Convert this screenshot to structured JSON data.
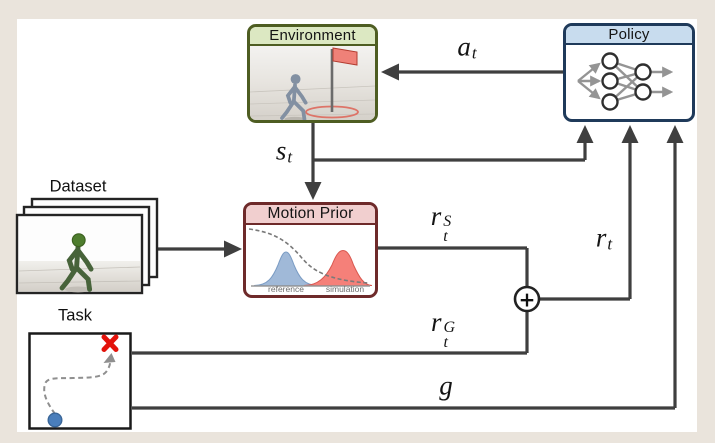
{
  "figure": {
    "background_color": "#eae4dc",
    "canvas_color": "#ffffff",
    "connector_color": "#3f3f3f"
  },
  "boxes": {
    "environment": {
      "title": "Environment",
      "header_bg": "#dce8c2",
      "border_color": "#4e5d22",
      "flag_color": "#ef8178"
    },
    "policy": {
      "title": "Policy",
      "header_bg": "#c8dcee",
      "border_color": "#1f3a5a"
    },
    "motion_prior": {
      "title": "Motion Prior",
      "header_bg": "#f1cfcf",
      "border_color": "#6e2a2a",
      "reference_label": "reference",
      "simulation_label": "simulation",
      "reference_color": "#96b1d4",
      "simulation_color": "#f4726a"
    },
    "dataset": {
      "title": "Dataset"
    },
    "task": {
      "title": "Task",
      "goal_marker_color": "#e3120b",
      "start_marker_color": "#4a7ebb"
    }
  },
  "signals": {
    "action": {
      "base": "a",
      "sub": "t"
    },
    "state": {
      "base": "s",
      "sub": "t"
    },
    "style_reward": {
      "base": "r",
      "sub": "t",
      "sup": "S"
    },
    "goal_reward": {
      "base": "r",
      "sub": "t",
      "sup": "G"
    },
    "total_reward": {
      "base": "r",
      "sub": "t"
    },
    "goal": {
      "base": "g"
    },
    "sum_symbol": "+"
  }
}
